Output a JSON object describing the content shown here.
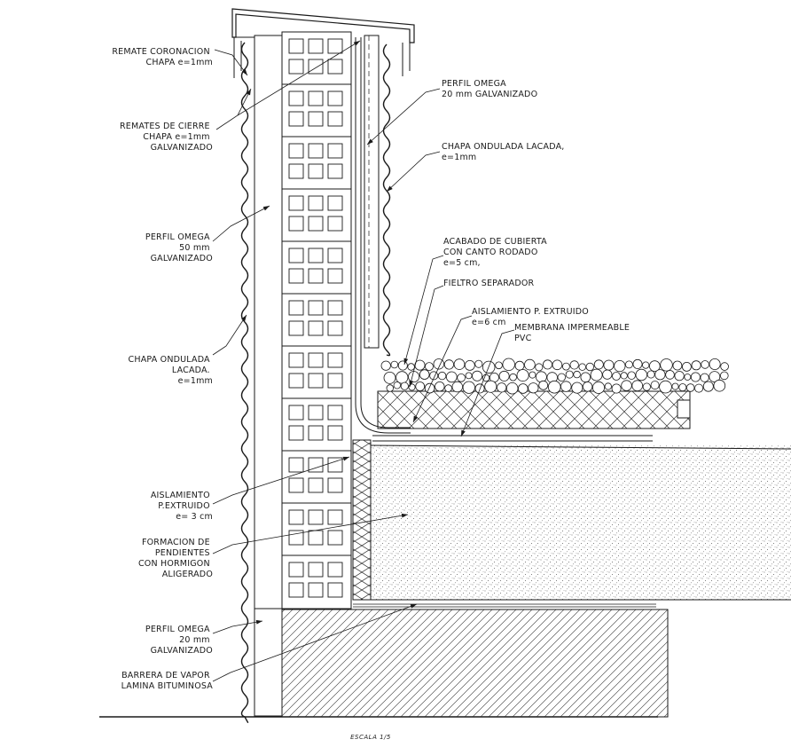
{
  "labels_left": [
    [
      "REMATE CORONACION",
      "CHAPA e=1mm"
    ],
    [
      "REMATES DE CIERRE",
      "CHAPA e=1mm",
      "GALVANIZADO"
    ],
    [
      "PERFIL OMEGA",
      "50 mm",
      "GALVANIZADO"
    ],
    [
      "CHAPA ONDULADA",
      "LACADA.",
      "e=1mm"
    ],
    [
      "AISLAMIENTO",
      "P.EXTRUIDO",
      "e= 3 cm"
    ],
    [
      "FORMACION DE",
      "PENDIENTES",
      "CON HORMIGON",
      "ALIGERADO"
    ],
    [
      "PERFIL OMEGA",
      "20 mm",
      "GALVANIZADO"
    ],
    [
      "BARRERA DE VAPOR",
      "LAMINA BITUMINOSA"
    ]
  ],
  "labels_right": [
    [
      "PERFIL OMEGA",
      "20 mm GALVANIZADO"
    ],
    [
      "CHAPA ONDULADA LACADA,",
      "e=1mm"
    ],
    [
      "ACABADO DE CUBIERTA",
      "CON CANTO RODADO",
      "e=5 cm,"
    ],
    [
      "FIELTRO SEPARADOR"
    ],
    [
      "AISLAMIENTO P. EXTRUIDO",
      "e=6 cm"
    ],
    [
      "MEMBRANA IMPERMEABLE",
      "PVC"
    ]
  ],
  "scale_text": "ESCALA 1/5"
}
